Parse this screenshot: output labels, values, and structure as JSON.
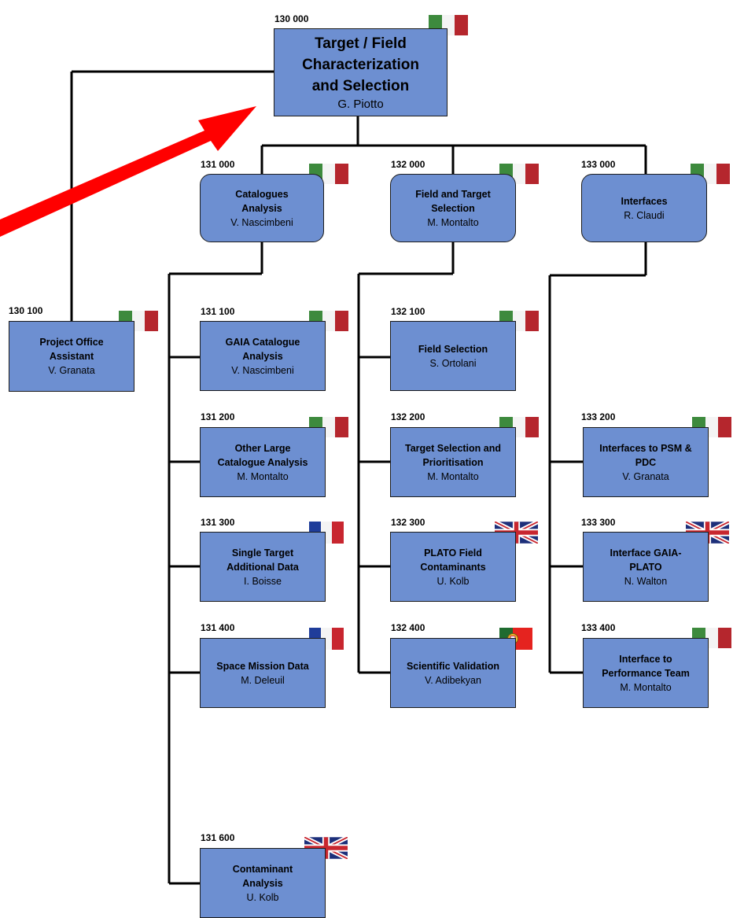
{
  "colors": {
    "box": "#6d8fd1",
    "line": "#000000",
    "arrow": "#ff0000"
  },
  "root": {
    "code": "130 000",
    "title": "Target / Field\nCharacterization\nand Selection",
    "person": "G. Piotto",
    "flag": "italy"
  },
  "office": {
    "code": "130 100",
    "title": "Project Office\nAssistant",
    "person": "V. Granata",
    "flag": "italy"
  },
  "branches": [
    {
      "code": "131 000",
      "title": "Catalogues\nAnalysis",
      "person": "V. Nascimbeni",
      "flag": "italy",
      "children": [
        {
          "code": "131 100",
          "title": "GAIA Catalogue\nAnalysis",
          "person": "V. Nascimbeni",
          "flag": "italy"
        },
        {
          "code": "131 200",
          "title": "Other Large\nCatalogue Analysis",
          "person": "M. Montalto",
          "flag": "italy"
        },
        {
          "code": "131 300",
          "title": "Single Target\nAdditional Data",
          "person": "I. Boisse",
          "flag": "france"
        },
        {
          "code": "131 400",
          "title": "Space Mission Data",
          "person": "M. Deleuil",
          "flag": "france"
        },
        {
          "code": "131 600",
          "title": "Contaminant\nAnalysis",
          "person": "U. Kolb",
          "flag": "uk"
        }
      ]
    },
    {
      "code": "132 000",
      "title": "Field and Target\nSelection",
      "person": "M. Montalto",
      "flag": "italy",
      "children": [
        {
          "code": "132 100",
          "title": "Field Selection",
          "person": "S. Ortolani",
          "flag": "italy"
        },
        {
          "code": "132 200",
          "title": "Target Selection and\nPrioritisation",
          "person": "M. Montalto",
          "flag": "italy"
        },
        {
          "code": "132 300",
          "title": "PLATO Field\nContaminants",
          "person": "U. Kolb",
          "flag": "uk"
        },
        {
          "code": "132 400",
          "title": "Scientific Validation",
          "person": "V. Adibekyan",
          "flag": "portugal"
        }
      ]
    },
    {
      "code": "133 000",
      "title": "Interfaces",
      "person": "R. Claudi",
      "flag": "italy",
      "children": [
        {
          "code": "133 200",
          "title": "Interfaces to PSM &\nPDC",
          "person": "V. Granata",
          "flag": "italy"
        },
        {
          "code": "133 300",
          "title": "Interface GAIA-\nPLATO",
          "person": "N. Walton",
          "flag": "uk"
        },
        {
          "code": "133 400",
          "title": "Interface  to\nPerformance Team",
          "person": "M. Montalto",
          "flag": "italy"
        }
      ]
    }
  ]
}
